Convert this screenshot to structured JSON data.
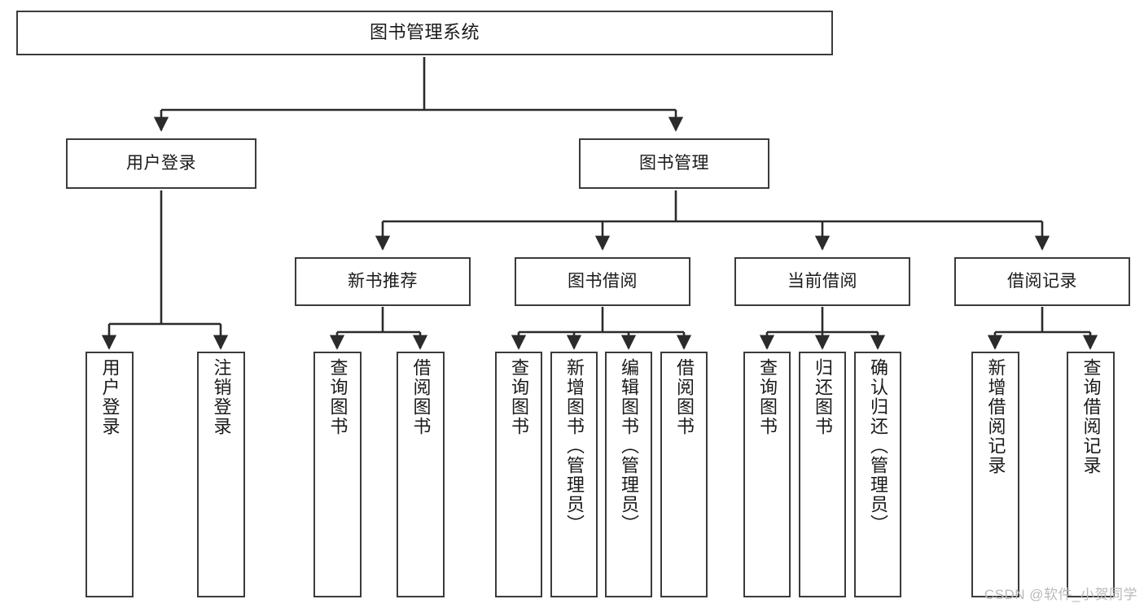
{
  "diagram": {
    "title": "图书管理系统",
    "type": "tree-hierarchy-diagram",
    "theme": {
      "background": "#ffffff",
      "box_fill": "#ffffff",
      "box_stroke": "#3b3b3b",
      "text_color": "#1a1a1a",
      "edge_color": "#2b2b2b",
      "watermark_color": "#b9b9b9"
    },
    "watermark": "CSDN @软件_小贺同学",
    "root": {
      "label": "图书管理系统"
    },
    "level2": [
      {
        "label": "用户登录"
      },
      {
        "label": "图书管理"
      }
    ],
    "level3": [
      {
        "label": "新书推荐"
      },
      {
        "label": "图书借阅"
      },
      {
        "label": "当前借阅"
      },
      {
        "label": "借阅记录"
      }
    ],
    "leaves": {
      "user_login": [
        {
          "label": "用户登录"
        },
        {
          "label": "注销登录"
        }
      ],
      "new_book_recommend": [
        {
          "label": "查询图书"
        },
        {
          "label": "借阅图书"
        }
      ],
      "book_borrow": [
        {
          "label": "查询图书"
        },
        {
          "label": "新增图书（管理员）"
        },
        {
          "label": "编辑图书（管理员）"
        },
        {
          "label": "借阅图书"
        }
      ],
      "current_borrow": [
        {
          "label": "查询图书"
        },
        {
          "label": "归还图书"
        },
        {
          "label": "确认归还（管理员）"
        }
      ],
      "borrow_record": [
        {
          "label": "新增借阅记录"
        },
        {
          "label": "查询借阅记录"
        }
      ]
    }
  }
}
